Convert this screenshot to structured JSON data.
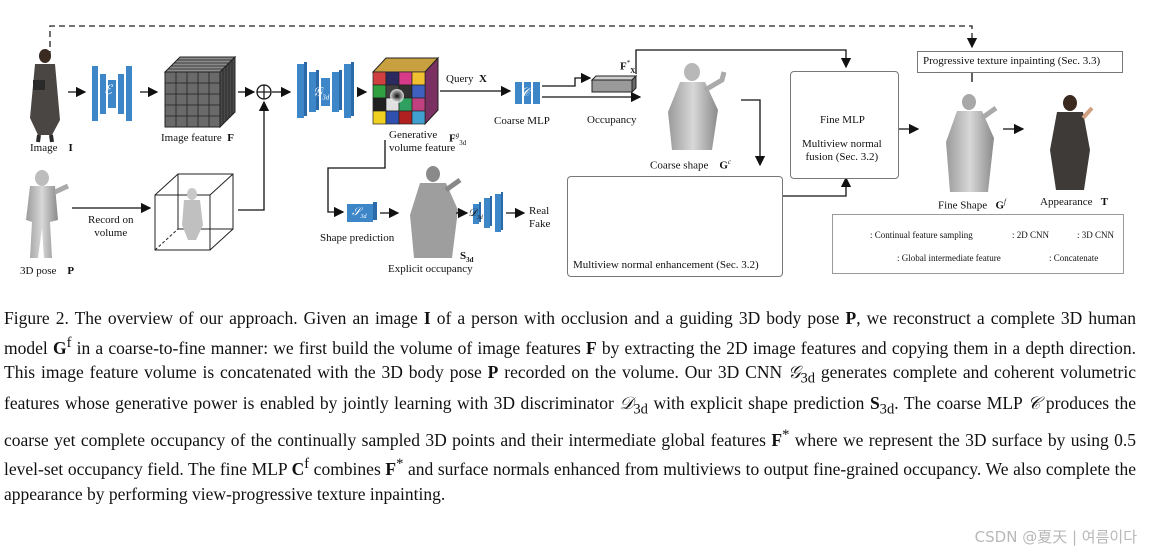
{
  "labels": {
    "image": "Image",
    "image_sym": "I",
    "pose": "3D pose",
    "pose_sym": "P",
    "record": "Record on\nvolume",
    "image_feature": "Image feature",
    "image_feature_sym": "F",
    "encoder": "ℰ",
    "g3d": "𝒢",
    "g3d_sub": "3d",
    "gen_vol": "Generative\nvolume feature",
    "gen_vol_sym": "F",
    "gen_vol_sup": "g",
    "gen_vol_sub": "3d",
    "query": "Query",
    "query_sym": "X",
    "coarse_mlp": "Coarse MLP",
    "c_sym": "𝒞",
    "fx": "F",
    "fx_sup": "*",
    "fx_sub": "X",
    "occupancy": "Occupancy",
    "coarse_shape": "Coarse shape",
    "coarse_sym": "G",
    "coarse_sup": "c",
    "s_sym": "𝒮",
    "s_sub": "3d",
    "shape_pred": "Shape prediction",
    "explicit_occ": "Explicit occupancy",
    "s3d": "S",
    "s3d_sub": "3d",
    "d_sym": "𝒟",
    "d_sub": "3d",
    "real_fake": "Real\nFake",
    "multiview_enh": "Multiview normal enhancement (Sec. 3.2)",
    "cf_sym": "𝒞",
    "cf_sup": "f",
    "fine_mlp": "Fine MLP",
    "mv_fusion": "Multiview normal\nfusion (Sec. 3.2)",
    "progressive": "Progressive texture inpainting (Sec. 3.3)",
    "fine_shape": "Fine Shape",
    "fine_sym": "G",
    "fine_sup": "f",
    "appearance": "Appearance",
    "appearance_sym": "T"
  },
  "legend": {
    "continual": ": Continual feature sampling",
    "cnn2d": ": 2D CNN",
    "cnn3d": ": 3D CNN",
    "global_feat": ": Global intermediate feature",
    "concat": ": Concatenate"
  },
  "colors": {
    "cnn_blue": "#3d86c8",
    "cnn_blue_dark": "#2a6aa8",
    "normal_pink": "#d67ae0",
    "normal_blue": "#6a8ae8",
    "normal_green": "#7ad8c8"
  },
  "caption": {
    "p1": "Figure 2. The overview of our approach. Given an image ",
    "p1b": "I",
    "p2": " of a person with occlusion and a guiding 3D body pose ",
    "p2b": "P",
    "p3": ", we reconstruct a complete 3D human model ",
    "p3b": "G",
    "p3sup": "f",
    "p4": " in a coarse-to-fine manner: we first build the volume of image features ",
    "p4b": "F",
    "p5": " by extracting the 2D image features and copying them in a depth direction. This image feature volume is concatenated with the 3D body pose ",
    "p5b": "P",
    "p6": " recorded on the volume. Our 3D CNN ",
    "p6s": "𝒢",
    "p6sub": "3d",
    "p7": " generates complete and coherent volumetric features whose generative power is enabled by jointly learning with 3D discriminator ",
    "p7s": "𝒟",
    "p7sub": "3d",
    "p8": " with explicit shape prediction ",
    "p8b": "S",
    "p8sub": "3d",
    "p9": ". The coarse MLP ",
    "p9s": "𝒞",
    "p10": " produces the coarse yet complete occupancy of the continually sampled 3D points and their intermediate global features ",
    "p10b": "F",
    "p10sup": "*",
    "p11": " where we represent the 3D surface by using 0.5 level-set occupancy field. The fine MLP ",
    "p11b": "C",
    "p11sup": "f",
    "p12": " combines ",
    "p12b": "F",
    "p12sup": "*",
    "p13": " and surface normals enhanced from multiviews to output fine-grained occupancy. We also complete the appearance by performing view-progressive texture inpainting."
  },
  "watermark": "CSDN @夏天 | 여름이다"
}
